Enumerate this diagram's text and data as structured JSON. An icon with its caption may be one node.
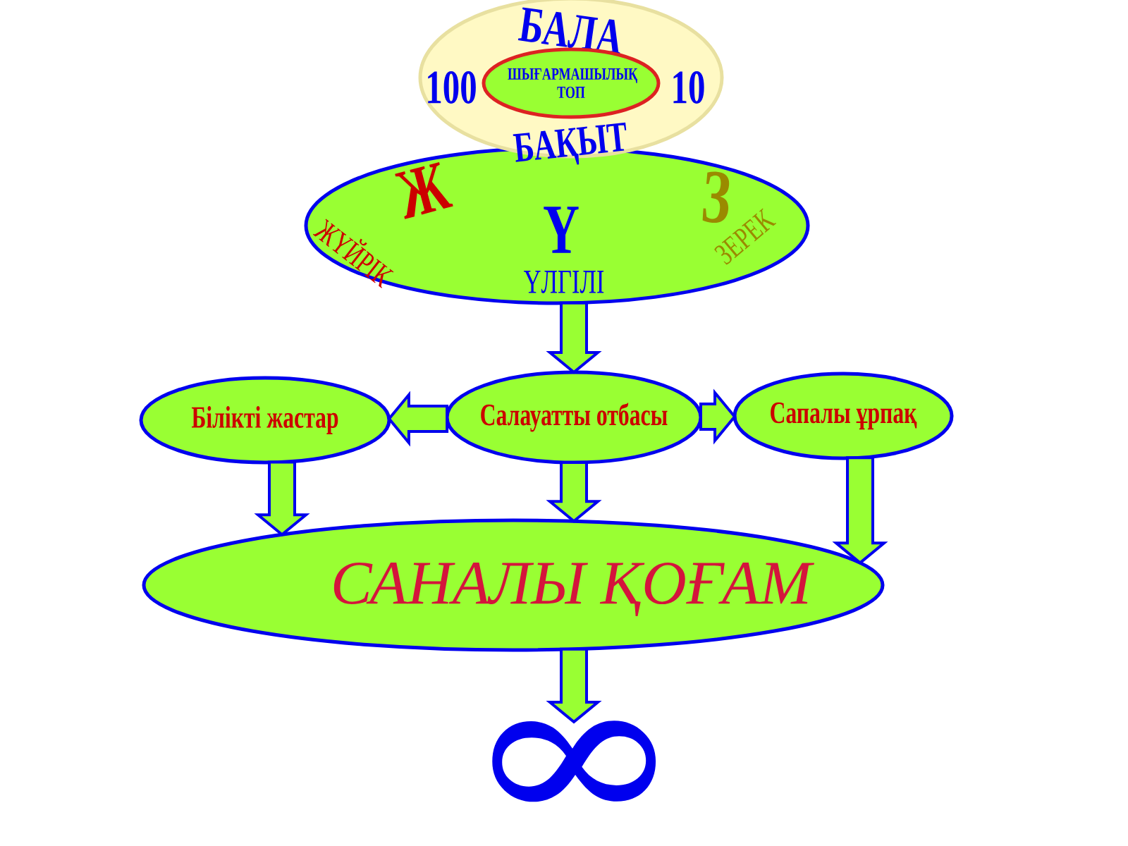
{
  "diagram": {
    "nodes": [
      {
        "text": [
          "БАЛА",
          "100",
          "10",
          "БАҚЫТ"
        ]
      },
      {
        "text": [
          "ШЫҒАРМАШЫЛЫҚ ТОП"
        ],
        "in": 0
      },
      {
        "text": [
          "Ж",
          "Ү",
          "З",
          "ЖҮЙРІК",
          "ҮЛГІЛІ",
          "ЗЕРЕК"
        ]
      },
      {
        "text": [
          "Білікті жастар"
        ]
      },
      {
        "text": [
          "Салауатты отбасы"
        ]
      },
      {
        "text": [
          "Сапалы ұрпақ"
        ]
      },
      {
        "text": [
          "САНАЛЫ ҚОҒАМ"
        ]
      },
      {
        "text": [
          "∞"
        ]
      }
    ],
    "edges": [
      {
        "from": 2,
        "to": 4,
        "arrow": "to"
      },
      {
        "from": 4,
        "to": 3,
        "arrow": "to"
      },
      {
        "from": 4,
        "to": 5,
        "arrow": "to"
      },
      {
        "from": 3,
        "to": 6,
        "arrow": "to"
      },
      {
        "from": 4,
        "to": 6,
        "arrow": "to"
      },
      {
        "from": 5,
        "to": 6,
        "arrow": "to"
      },
      {
        "from": 6,
        "to": 7,
        "arrow": "to"
      }
    ]
  }
}
